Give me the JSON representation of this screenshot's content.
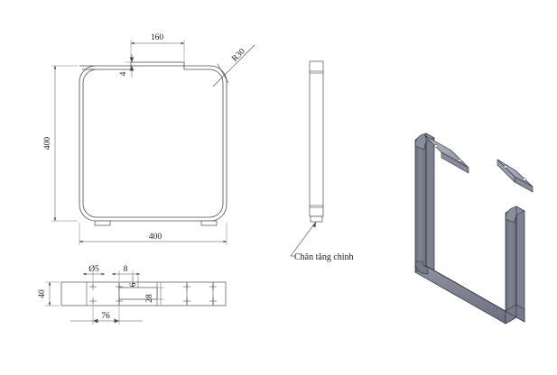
{
  "document": {
    "type": "technical-drawing",
    "background_color": "#ffffff",
    "line_color": "#3c3c3c",
    "text_color": "#1a1a1a"
  },
  "views": {
    "front": {
      "name": "front-view",
      "dimensions": {
        "height": "400",
        "width": "400",
        "gap_width": "160",
        "gap_thickness": "4",
        "corner_radius": "R30"
      }
    },
    "side": {
      "name": "side-view",
      "annotation": "Chân tăng chỉnh"
    },
    "bottom_detail": {
      "name": "bottom-detail-view",
      "dimensions": {
        "hole_diameter": "Ø5",
        "slot_width": "8",
        "slot_offset": "6",
        "slot_height": "28",
        "bar_height": "40",
        "hole_spacing": "76"
      }
    },
    "isometric": {
      "name": "isometric-view",
      "colors": {
        "dark": "#6d7180",
        "mid": "#7f8391",
        "light": "#9a9eab",
        "tab": "#aeb2bd",
        "edge": "#2f323b"
      }
    }
  }
}
